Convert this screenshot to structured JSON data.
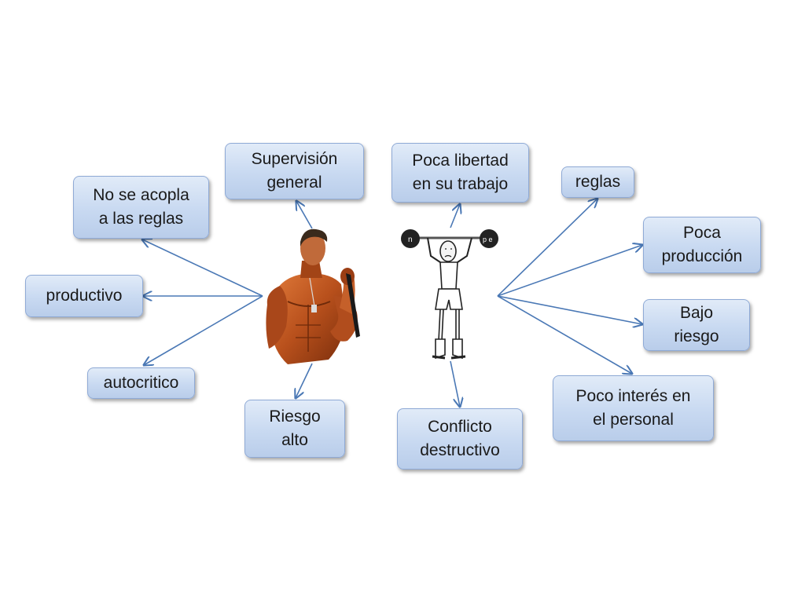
{
  "colors": {
    "arrow": "#4a78b5",
    "node_border": "#8faad6",
    "node_fill": "#c8d9f1"
  },
  "left_figure": {
    "icon": "bodybuilder-flexing-icon"
  },
  "right_figure": {
    "icon": "skinny-weightlifter-icon",
    "weight_left_letter": "n",
    "weight_right_letters": "p e"
  },
  "nodes": {
    "no_se_acopla": "No se acopla\na las reglas",
    "productivo": "productivo",
    "autocritico": "autocritico",
    "supervision": "Supervisión\ngeneral",
    "riesgo_alto": "Riesgo\nalto",
    "poca_libertad": "Poca libertad\nen su trabajo",
    "conflicto": "Conflicto\ndestructivo",
    "reglas": "reglas",
    "poca_produccion": "Poca\nproducción",
    "bajo_riesgo": "Bajo\nriesgo",
    "poco_interes": "Poco interés en\nel personal"
  }
}
